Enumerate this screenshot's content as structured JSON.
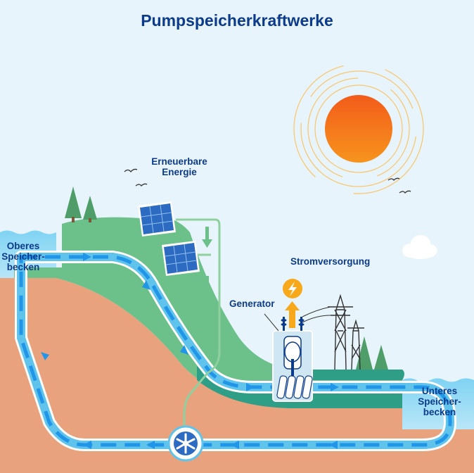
{
  "title": "Pumpspeicherkraftwerke",
  "labels": {
    "renewable_line1": "Erneuerbare",
    "renewable_line2": "Energie",
    "power_supply": "Stromversorgung",
    "generator": "Generator",
    "upper_line1": "Oberes",
    "upper_line2": "Speicher-",
    "upper_line3": "becken",
    "lower_line1": "Unteres",
    "lower_line2": "Speicher-",
    "lower_line3": "becken"
  },
  "colors": {
    "title": "#0d3b8c",
    "sky": "#e8f4fb",
    "water": "#5fc3ec",
    "pipe": "#2196e8",
    "hill": "#6cc08a",
    "hill_dark": "#2e9e86",
    "ground": "#e8a27e",
    "sun": "#f7941d",
    "lightning": "#f7a81b",
    "green_arrow": "#6cc08a"
  },
  "icons": [
    "sun-icon",
    "solar-panel-icon",
    "lightning-icon",
    "power-pylon-icon",
    "pump-turbine-icon",
    "cloud-icon",
    "bird-icon",
    "tree-icon",
    "generator-icon"
  ]
}
